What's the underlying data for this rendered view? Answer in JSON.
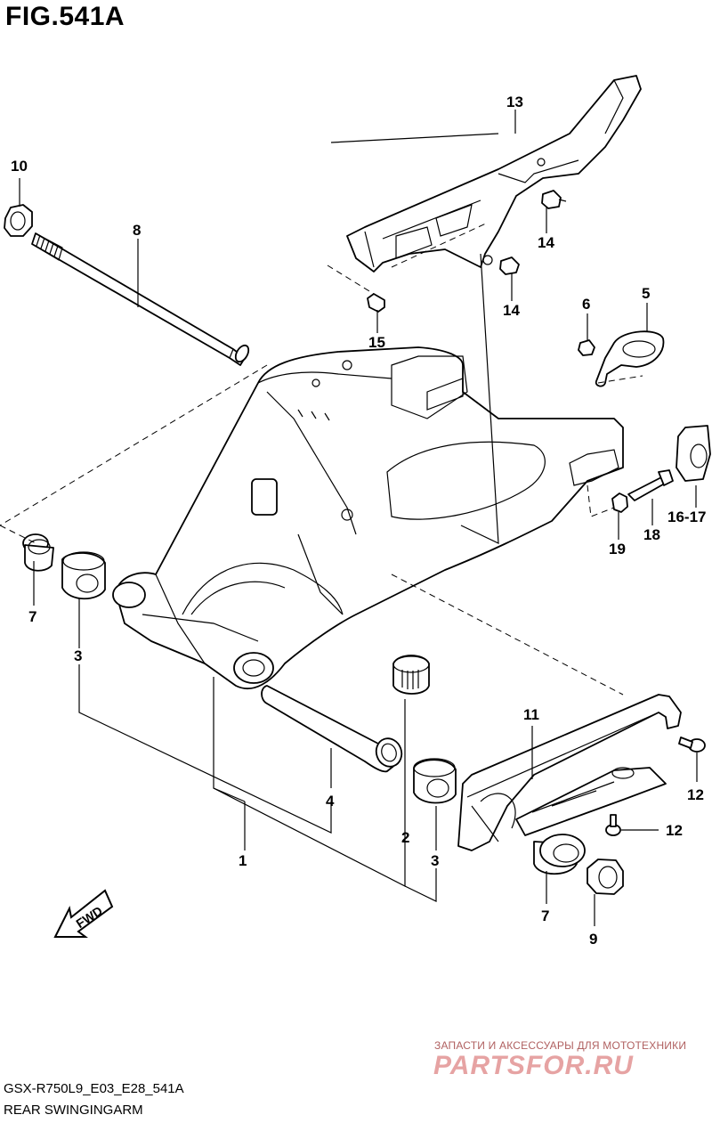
{
  "header": {
    "figure_title": "FIG.541A"
  },
  "footer": {
    "model_code": "GSX-R750L9_E03_E28_541A",
    "diagram_name": "REAR SWINGINGARM"
  },
  "watermark": {
    "tagline": "ЗАПАСТИ И АКСЕССУАРЫ ДЛЯ МОТОТЕХНИКИ",
    "logo_text": "PARTSFOR.RU",
    "color": "#e0a0a0"
  },
  "fwd_arrow": {
    "label": "FWD"
  },
  "callouts": [
    {
      "id": "c1",
      "label": "1"
    },
    {
      "id": "c2",
      "label": "2"
    },
    {
      "id": "c3a",
      "label": "3"
    },
    {
      "id": "c3b",
      "label": "3"
    },
    {
      "id": "c4",
      "label": "4"
    },
    {
      "id": "c5",
      "label": "5"
    },
    {
      "id": "c6",
      "label": "6"
    },
    {
      "id": "c7a",
      "label": "7"
    },
    {
      "id": "c7b",
      "label": "7"
    },
    {
      "id": "c8",
      "label": "8"
    },
    {
      "id": "c9",
      "label": "9"
    },
    {
      "id": "c10",
      "label": "10"
    },
    {
      "id": "c11",
      "label": "11"
    },
    {
      "id": "c12a",
      "label": "12"
    },
    {
      "id": "c12b",
      "label": "12"
    },
    {
      "id": "c13",
      "label": "13"
    },
    {
      "id": "c14a",
      "label": "14"
    },
    {
      "id": "c14b",
      "label": "14"
    },
    {
      "id": "c15",
      "label": "15"
    },
    {
      "id": "c1617",
      "label": "16-17"
    },
    {
      "id": "c18",
      "label": "18"
    },
    {
      "id": "c19",
      "label": "19"
    }
  ]
}
